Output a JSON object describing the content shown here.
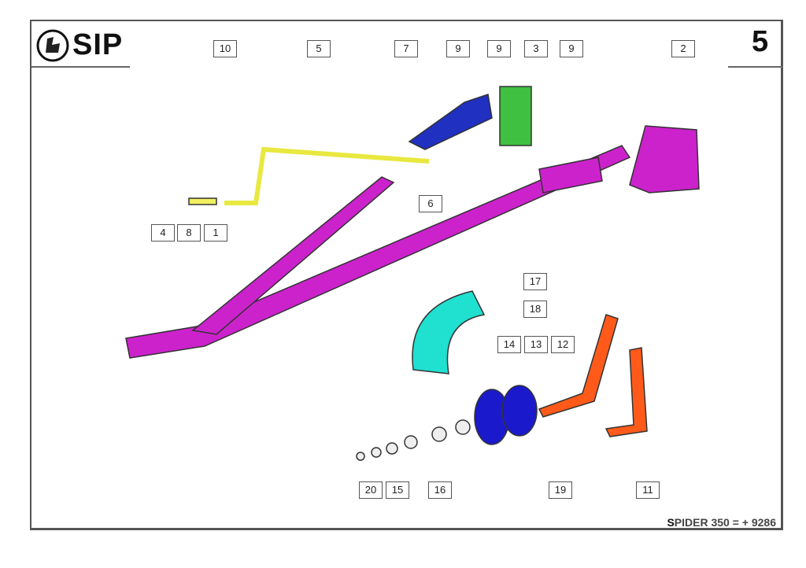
{
  "header": {
    "brand": "SIP",
    "page_number": "5"
  },
  "footer": {
    "model_prefix": "S",
    "model_rest": "PIDER 350 = + 9286"
  },
  "callouts": [
    "10",
    "5",
    "7",
    "9",
    "9",
    "3",
    "9",
    "2",
    "6",
    "4",
    "8",
    "1",
    "17",
    "18",
    "14",
    "13",
    "12",
    "20",
    "15",
    "16",
    "19",
    "11"
  ],
  "colors": {
    "frame": "#7a1a7a",
    "pin": "#f0f060",
    "sleeve": "#2030c0",
    "bracket": "#40c040",
    "wheel": "#1a1acc",
    "tyre": "#20e0d0",
    "axle": "#ff5a1a"
  }
}
